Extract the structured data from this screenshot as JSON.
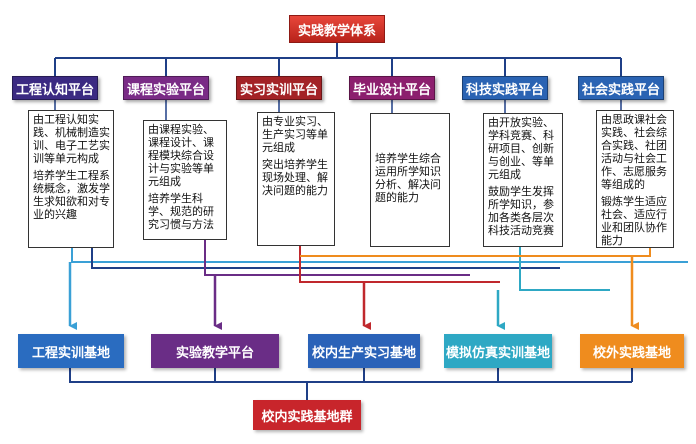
{
  "title": "实践教学体系",
  "platforms": [
    {
      "name": "工程认知平台",
      "color": "#3b2a82",
      "desc": [
        "由工程认知实践、机械制造实训、电子工艺实训等单元构成",
        "培养学生工程系统概念，激发学生求知欲和对专业的兴趣"
      ]
    },
    {
      "name": "课程实验平台",
      "color": "#7a2b86",
      "desc": [
        "由课程实验、课程设计、课程模块综合设计与实验等单元组成",
        "培养学生科学、规范的研究习惯与方法"
      ]
    },
    {
      "name": "实习实训平台",
      "color": "#a32226",
      "desc": [
        "由专业实习、生产实习等单元组成",
        "突出培养学生现场处理、解决问题的能力"
      ]
    },
    {
      "name": "毕业设计平台",
      "color": "#8c1f6e",
      "desc": [
        "培养学生综合运用所学知识分析、解决问题的能力"
      ]
    },
    {
      "name": "科技实践平台",
      "color": "#2a63b3",
      "desc": [
        "由开放实验、学科竞赛、科研项目、创新与创业、等单元组成",
        "鼓励学生发挥所学知识，参加各类各层次科技活动竞赛"
      ]
    },
    {
      "name": "社会实践平台",
      "color": "#2a63b3",
      "desc": [
        "由思政课社会实践、社会综合实践、社团活动与社会工作、志愿服务等组成的",
        "锻炼学生适应社会、适应行业和团队协作能力"
      ]
    }
  ],
  "bases": [
    {
      "name": "工程实训基地",
      "color": "#2a6cc0"
    },
    {
      "name": "实验教学平台",
      "color": "#6a2d86"
    },
    {
      "name": "校内生产实习基地",
      "color": "#2a62b8"
    },
    {
      "name": "模拟仿真实训基地",
      "color": "#2ea8c4"
    },
    {
      "name": "校外实践基地",
      "color": "#ef8c1e"
    }
  ],
  "group": "校内实践基地群",
  "colors": {
    "connector_dark": "#1f3f87",
    "line_blue": "#3aa0d6",
    "line_navy": "#1f3f87",
    "line_purple": "#6a2d86",
    "line_red": "#c0282d",
    "line_orange": "#ef8c1e",
    "group_fill": "#c8252b"
  }
}
